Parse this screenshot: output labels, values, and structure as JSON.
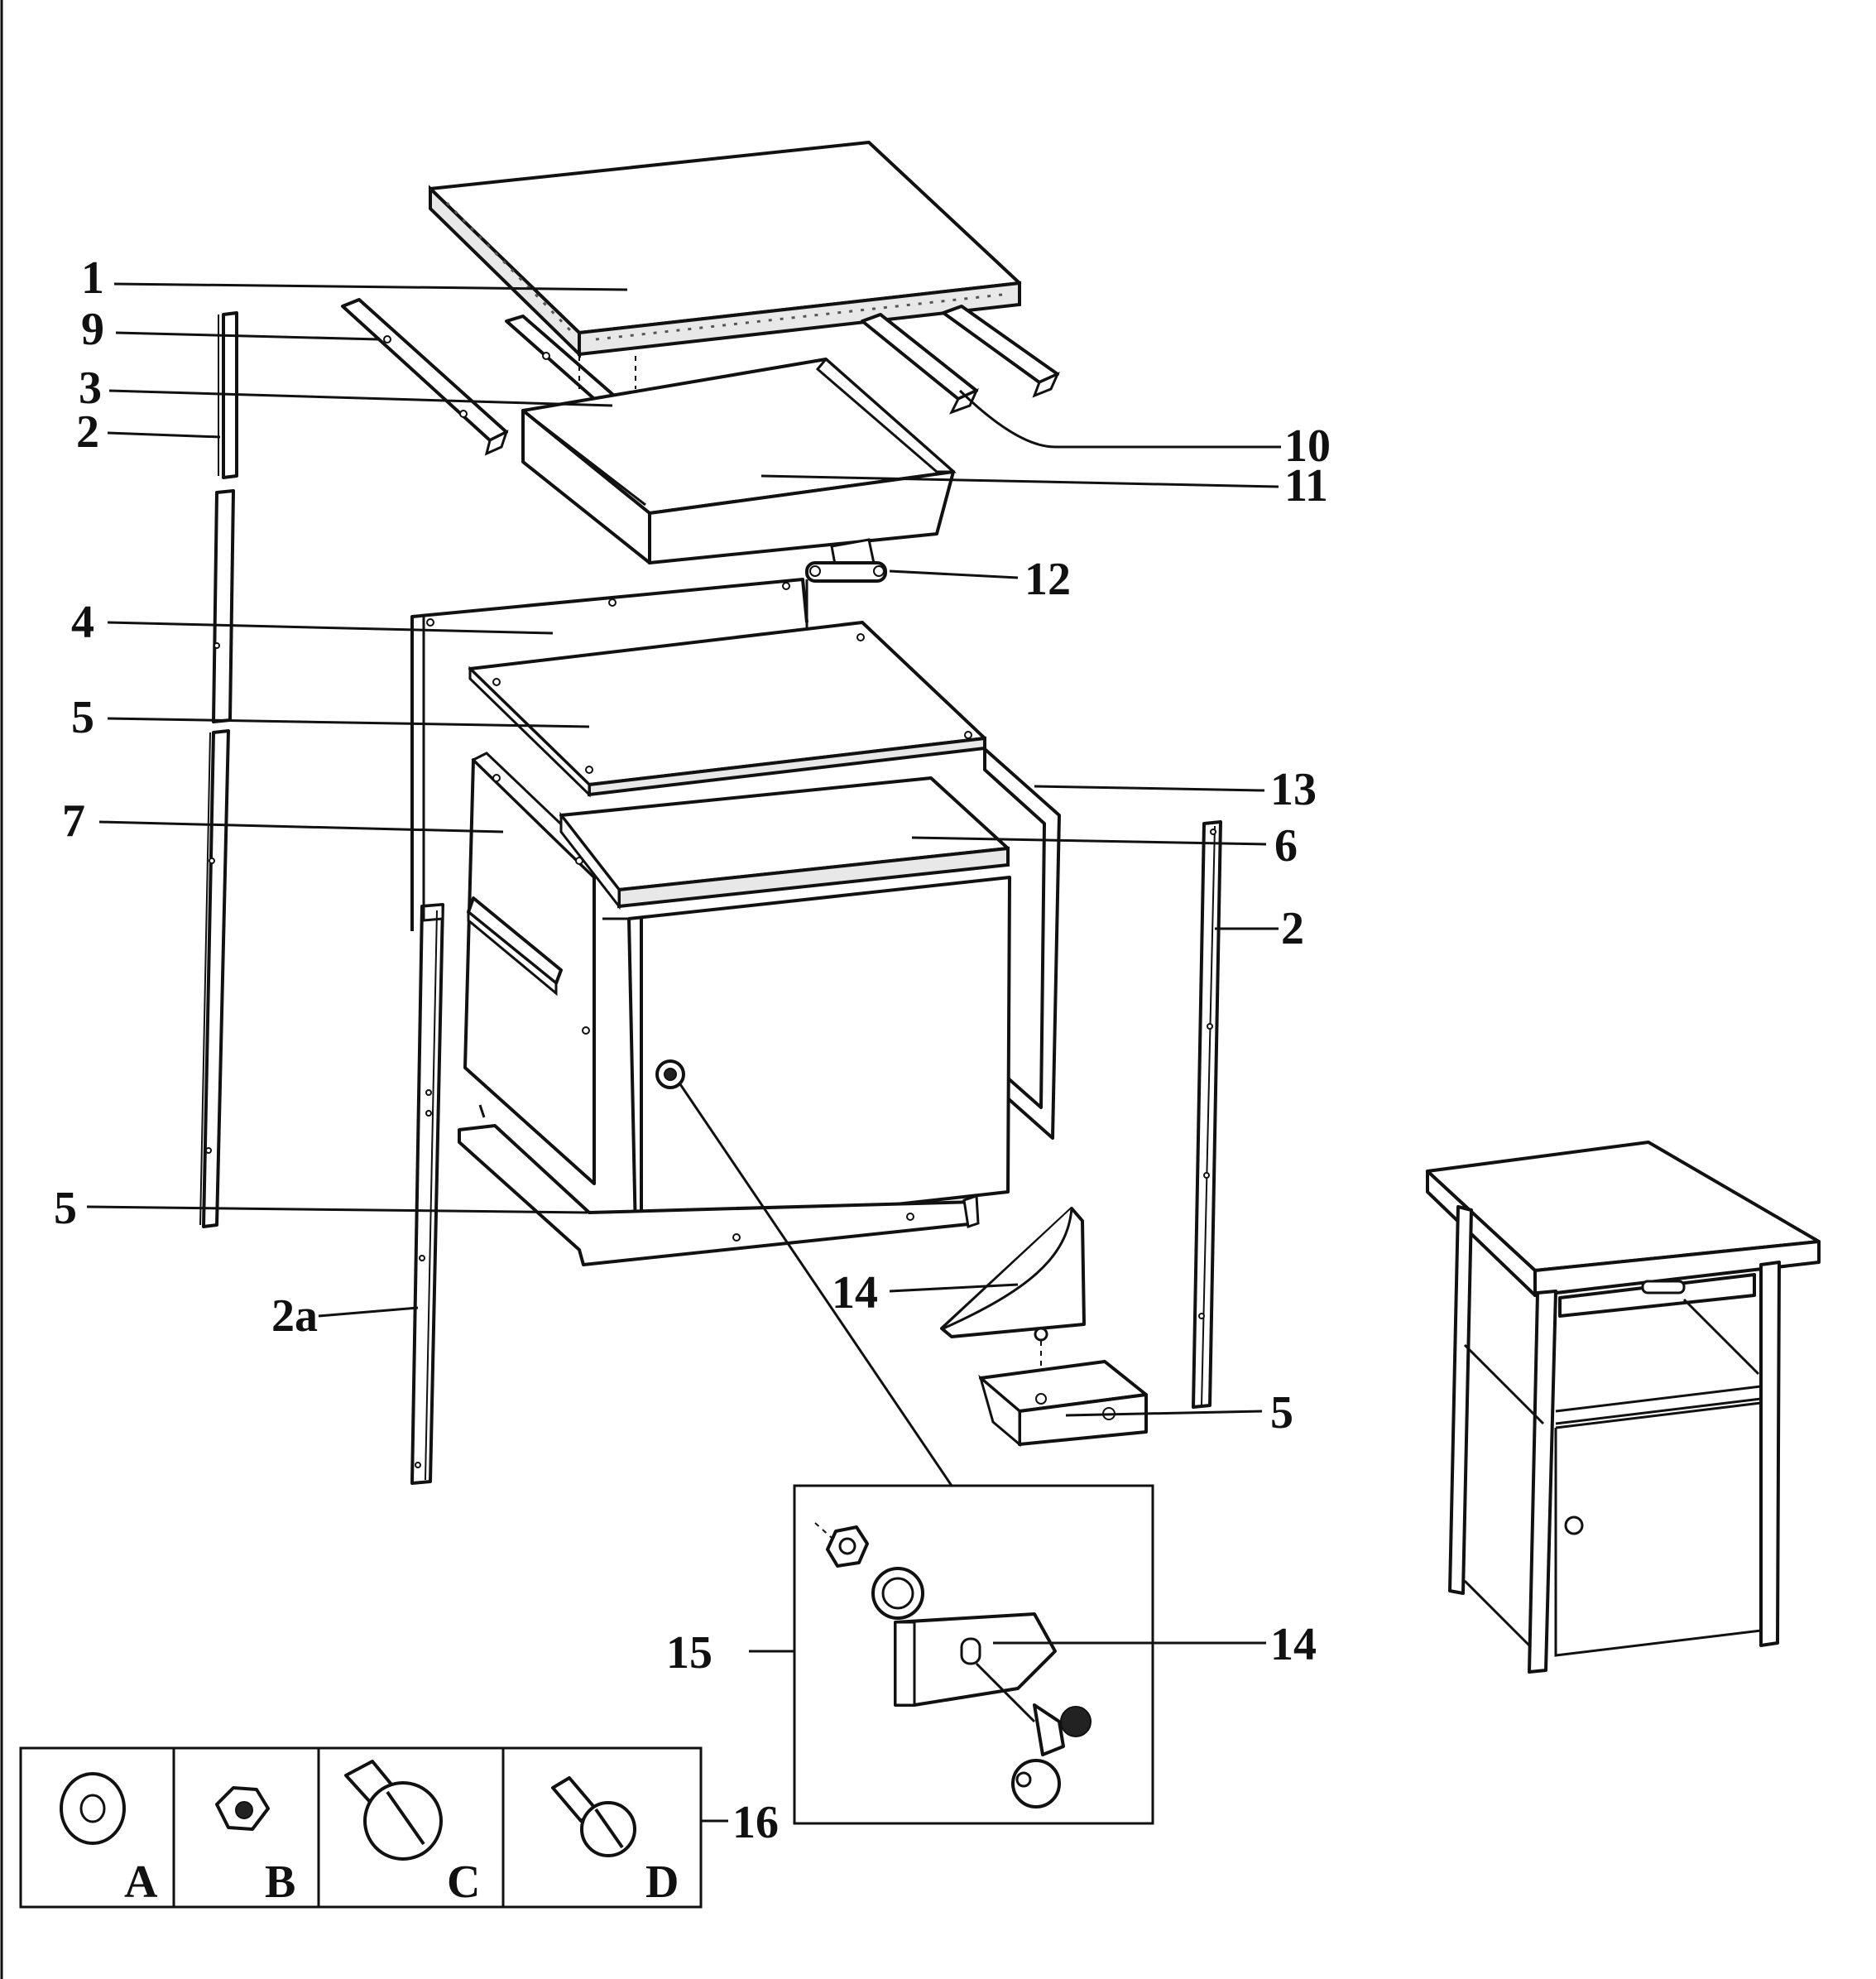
{
  "callouts": {
    "c1": "1",
    "c9": "9",
    "c3": "3",
    "c2_left": "2",
    "c10": "10",
    "c11": "11",
    "c12": "12",
    "c4": "4",
    "c5_top": "5",
    "c7": "7",
    "c13": "13",
    "c6": "6",
    "c2_right": "2",
    "c5_bottom": "5",
    "c14_bracket": "14",
    "c2a": "2a",
    "c5_foot": "5",
    "c15": "15",
    "c14_detail": "14",
    "c16": "16"
  },
  "hardware": {
    "a": "A",
    "b": "B",
    "c": "C",
    "d": "D"
  }
}
